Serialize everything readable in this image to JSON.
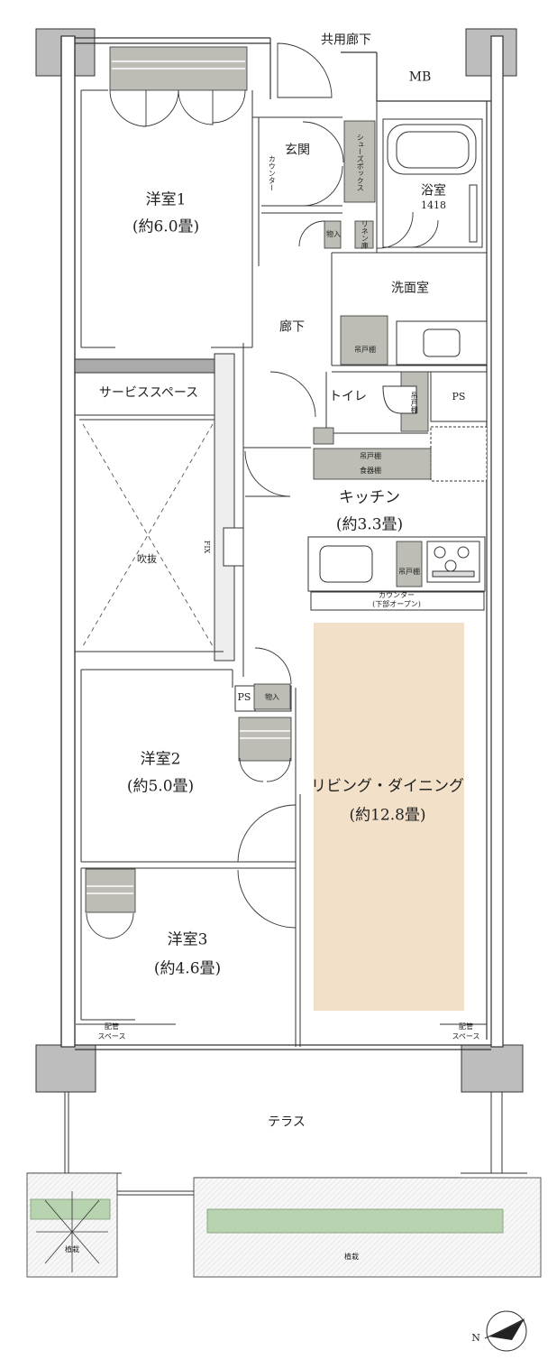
{
  "rooms": {
    "shared_corridor": "共用廊下",
    "mb": "MB",
    "entrance": "玄関",
    "counter": "カウンター",
    "shoebox": "シューズボックス",
    "bath": "浴室",
    "bath_size": "1418",
    "storage": "物入",
    "linen": "リネン庫",
    "washroom": "洗面室",
    "hallway": "廊下",
    "hanging_cabinet": "吊戸棚",
    "toilet": "トイレ",
    "toilet_cabinet": "吊戸棚",
    "ps": "PS",
    "service_space": "サービススペース",
    "fix": "FIX",
    "void": "吹抜",
    "kitchen": "キッチン",
    "kitchen_size": "(約3.3畳)",
    "kitchen_cabinet_1": "吊戸棚",
    "kitchen_cabinet_2": "食器棚",
    "kitchen_hanging": "吊戸棚",
    "kitchen_counter_1": "カウンター",
    "kitchen_counter_2": "(下部オープン)",
    "room1": "洋室1",
    "room1_size": "(約6.0畳)",
    "room2": "洋室2",
    "room2_size": "(約5.0畳)",
    "room3": "洋室3",
    "room3_size": "(約4.6畳)",
    "ps2": "PS",
    "storage2": "物入",
    "living": "リビング・ダイニング",
    "living_size": "(約12.8畳)",
    "pipe_left_1": "配管",
    "pipe_left_2": "スペース",
    "pipe_right_1": "配管",
    "pipe_right_2": "スペース",
    "terrace": "テラス",
    "planting_left": "植栽",
    "planting_right": "植栽"
  },
  "compass": {
    "label": "N"
  },
  "colors": {
    "wall": "#555555",
    "fixture": "#bdbdb5",
    "living_fill": "#f2e0c8",
    "planting": "#b8d3b0"
  }
}
